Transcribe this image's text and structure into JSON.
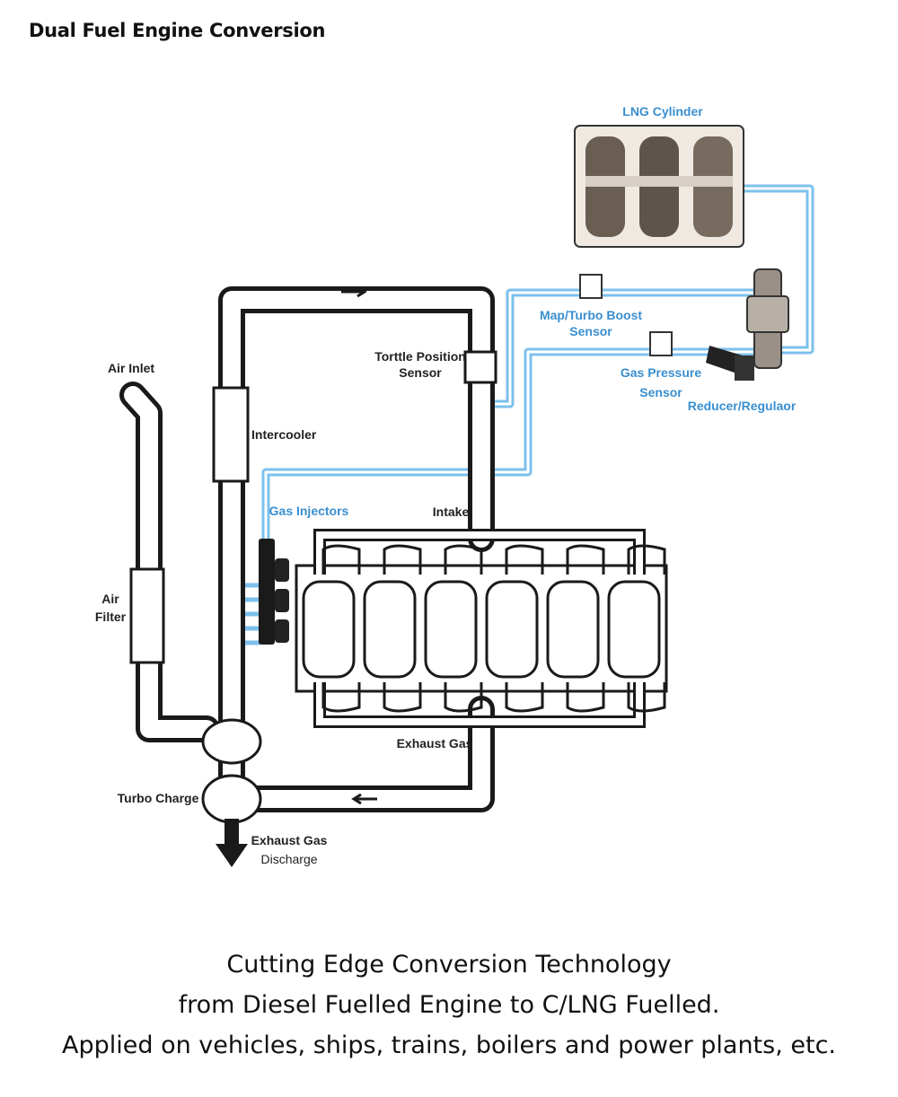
{
  "title": "Dual Fuel Engine Conversion",
  "diagram": {
    "labels": {
      "lng_cylinder": "LNG Cylinder",
      "map_sensor": [
        "Map/Turbo Boost",
        "Sensor"
      ],
      "throttle_sensor": [
        "Torttle Position",
        "Sensor"
      ],
      "gas_pressure_sensor": [
        "Gas Pressure",
        "Sensor"
      ],
      "reducer_regulator": "Reducer/Regulaor",
      "air_inlet": "Air Inlet",
      "intercooler": "Intercooler",
      "gas_injectors": "Gas Injectors",
      "intake": "Intake",
      "air_filter": [
        "Air",
        "Filter"
      ],
      "exhaust_gas": "Exhaust Gas",
      "turbo_charge": "Turbo Charge",
      "exhaust_discharge": [
        "Exhaust Gas",
        "Discharge"
      ]
    },
    "colors": {
      "gas_line": "#7cc0ec",
      "pipe": "#1a1a1a",
      "label_blue": "#3a8fd0"
    }
  },
  "caption": [
    "Cutting Edge Conversion Technology",
    "from Diesel Fuelled Engine to C/LNG Fuelled.",
    "Applied on vehicles, ships, trains, boilers and power plants, etc."
  ]
}
